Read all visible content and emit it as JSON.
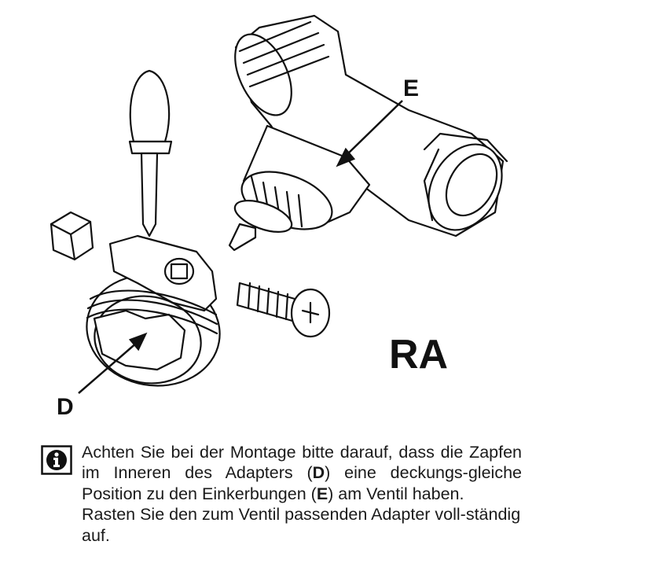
{
  "figure": {
    "callout_e": "E",
    "callout_d": "D",
    "model_label": "RA"
  },
  "note": {
    "icon": "info-icon",
    "p1_part1": "Achten Sie bei der Montage bitte darauf, dass die Zapfen im Inneren des Adapters (",
    "p1_bold1": "D",
    "p1_part2": ") eine deckungs-gleiche Position zu den Einkerbungen (",
    "p1_bold2": "E",
    "p1_part3": ") am Ventil haben.",
    "p2": "Rasten Sie den zum Ventil passenden Adapter voll-ständig auf."
  }
}
